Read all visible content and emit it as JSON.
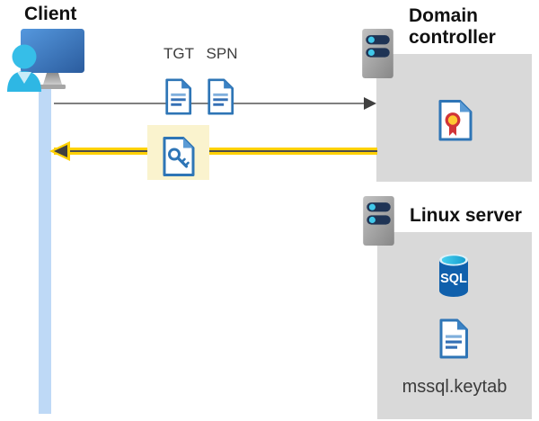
{
  "labels": {
    "client": "Client",
    "domain_controller": "Domain controller",
    "linux_server": "Linux server",
    "tgt": "TGT",
    "spn": "SPN",
    "keytab_file": "mssql.keytab",
    "sql": "SQL"
  },
  "icons": {
    "client": "client-user-workstation-icon",
    "domain_controller": "server-icon",
    "linux_server": "server-icon",
    "tgt": "document-icon",
    "spn": "document-icon",
    "session_key": "key-document-icon",
    "certificate": "certificate-document-icon",
    "database": "sql-database-icon",
    "keytab": "document-icon"
  },
  "arrows": {
    "request": {
      "direction": "right",
      "color": "#808080",
      "from": "client",
      "to": "domain-controller"
    },
    "response": {
      "direction": "left",
      "color": "#ffd105",
      "from": "domain-controller",
      "to": "client"
    }
  },
  "colors": {
    "arrow_yellow": "#ffd105",
    "arrow_gray": "#808080",
    "arrowhead_dark": "#404040",
    "highlight_yellow": "#faf3ce",
    "container_gray": "#d9d9d9",
    "client_bar_blue": "#bed9f6",
    "doc_border_blue": "#2e75b6",
    "doc_fold_blue": "#5b9bd5",
    "person_cyan": "#2eb7e4",
    "monitor_blue_dark": "#2b5c9e",
    "sql_body_blue": "#1060ac",
    "sql_top_cyan": "#2cb5df",
    "cert_ribbon_red": "#d13438",
    "cert_seal_gold": "#ffc933",
    "server_slot_navy": "#1f3455",
    "server_dot_cyan": "#41c8ea"
  }
}
